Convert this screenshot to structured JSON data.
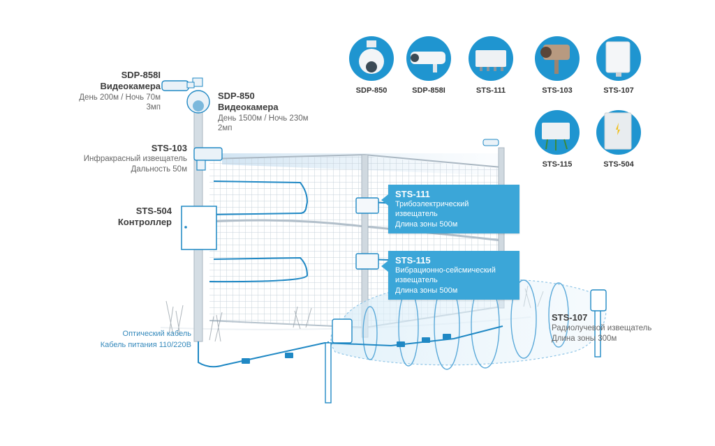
{
  "devices": {
    "sdp858i": {
      "model": "SDP-858I",
      "type": "Видеокамера",
      "line1": "День 200м / Ночь 70м",
      "line2": "3мп"
    },
    "sdp850": {
      "model": "SDP-850",
      "type": "Видеокамера",
      "line1": "День 1500м / Ночь 230м",
      "line2": "2мп"
    },
    "sts103": {
      "model": "STS-103",
      "line1": "Инфракрасный извещатель",
      "line2": "Дальность 50м"
    },
    "sts504": {
      "model": "STS-504",
      "type": "Контроллер"
    },
    "sts107": {
      "model": "STS-107",
      "line1": "Радиолучевой извещатель",
      "line2": "Длина зоны 300м"
    }
  },
  "callouts": {
    "sts111": {
      "model": "STS-111",
      "line1": "Трибоэлектрический извещатель",
      "line2": "Длина зоны 500м"
    },
    "sts115": {
      "model": "STS-115",
      "line1": "Вибрационно-сейсмический",
      "line2": "извещатель",
      "line3": "Длина зоны 500м"
    }
  },
  "cables": {
    "optical": "Оптический кабель",
    "power": "Кабель питания 110/220В"
  },
  "products": [
    {
      "label": "SDP-850",
      "icon": "dome-camera-icon"
    },
    {
      "label": "SDP-858I",
      "icon": "bullet-camera-icon"
    },
    {
      "label": "STS-111",
      "icon": "junction-box-icon"
    },
    {
      "label": "STS-103",
      "icon": "ir-detector-icon"
    },
    {
      "label": "STS-107",
      "icon": "radio-panel-icon"
    },
    {
      "label": "STS-115",
      "icon": "seismic-box-icon"
    },
    {
      "label": "STS-504",
      "icon": "controller-cabinet-icon"
    }
  ],
  "colors": {
    "accent": "#1f95d0",
    "callout": "#3ba6d8",
    "cable": "#3388bb",
    "fence": "#b8c7d3"
  }
}
